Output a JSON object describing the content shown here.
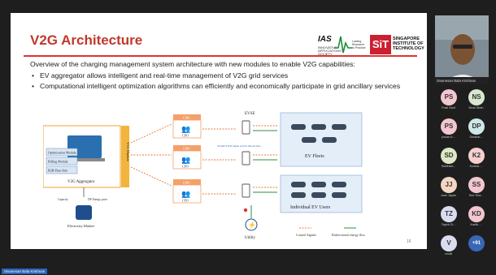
{
  "slide": {
    "title": "V2G Architecture",
    "overview": "Overview of the charging management system architecture with new modules to enable V2G capabilities:",
    "bullets": [
      "EV aggregator allows intelligent and real-time management of V2G grid services",
      "Computational intelligent optimization algorithms can efficiently and economically participate in grid ancillary services"
    ],
    "page_number": "16",
    "logos": {
      "ias_word": "IAS",
      "ias_sub": "INNOVATIVE APPLICATIONS SOCIETY",
      "ias_tag": "Lasting Research to Practice",
      "sit_letters": "SiT",
      "sit_name": "SINGAPORE INSTITUTE OF TECHNOLOGY"
    },
    "diagram": {
      "aggregator_modules": [
        "Optimization Module",
        "Billing Module",
        "B2B Fleet Info"
      ],
      "aggregator_label": "V2G Aggregator",
      "v2g_module_label": "V2G Module",
      "cms_label": "CMS",
      "cpo_label": "CPO",
      "evse_label": "EVSE",
      "ev_fleets_label": "EV Fleets",
      "ev_users_label": "Individual EV Users",
      "capacity_label": "Capacity",
      "de_energy_label": "DE Energy price",
      "electricity_market_label": "Electricity Market",
      "utility_label": "Utility",
      "signal_text": "START/STOP Signal Arrival time & Data",
      "legend_control": "Control Signals",
      "legend_energy": "Bidirectional energy flow"
    }
  },
  "meeting": {
    "speaker_name": "Sivanesan Bala Krishnan",
    "bottom_label": "Sivanesan Bala Krishnan",
    "participants": [
      {
        "initials": "PS",
        "name": "Prab Sant",
        "color": "#f3c6d0"
      },
      {
        "initials": "NS",
        "name": "Nhat Shah",
        "color": "#d7e8cf"
      },
      {
        "initials": "PS",
        "name": "pavan k...",
        "color": "#f3c6d0"
      },
      {
        "initials": "DP",
        "name": "Dinakar...",
        "color": "#cfe7e8"
      },
      {
        "initials": "SD",
        "name": "Siddhart...",
        "color": "#dde9c4"
      },
      {
        "initials": "K2",
        "name": "Kushal ...",
        "color": "#f6d0d0"
      },
      {
        "initials": "JJ",
        "name": "Jose Jayan",
        "color": "#f4d6c4"
      },
      {
        "initials": "SS",
        "name": "Sne Sha...",
        "color": "#f3c6d0"
      },
      {
        "initials": "TZ",
        "name": "Tayeb Zi...",
        "color": "#d9dcef"
      },
      {
        "initials": "KD",
        "name": "Kartik ...",
        "color": "#f3c6d0"
      },
      {
        "initials": "V",
        "name": "vmd8",
        "color": "#d9dcef"
      },
      {
        "initials": "+91",
        "name": "",
        "color": "#3a66b6"
      }
    ]
  }
}
